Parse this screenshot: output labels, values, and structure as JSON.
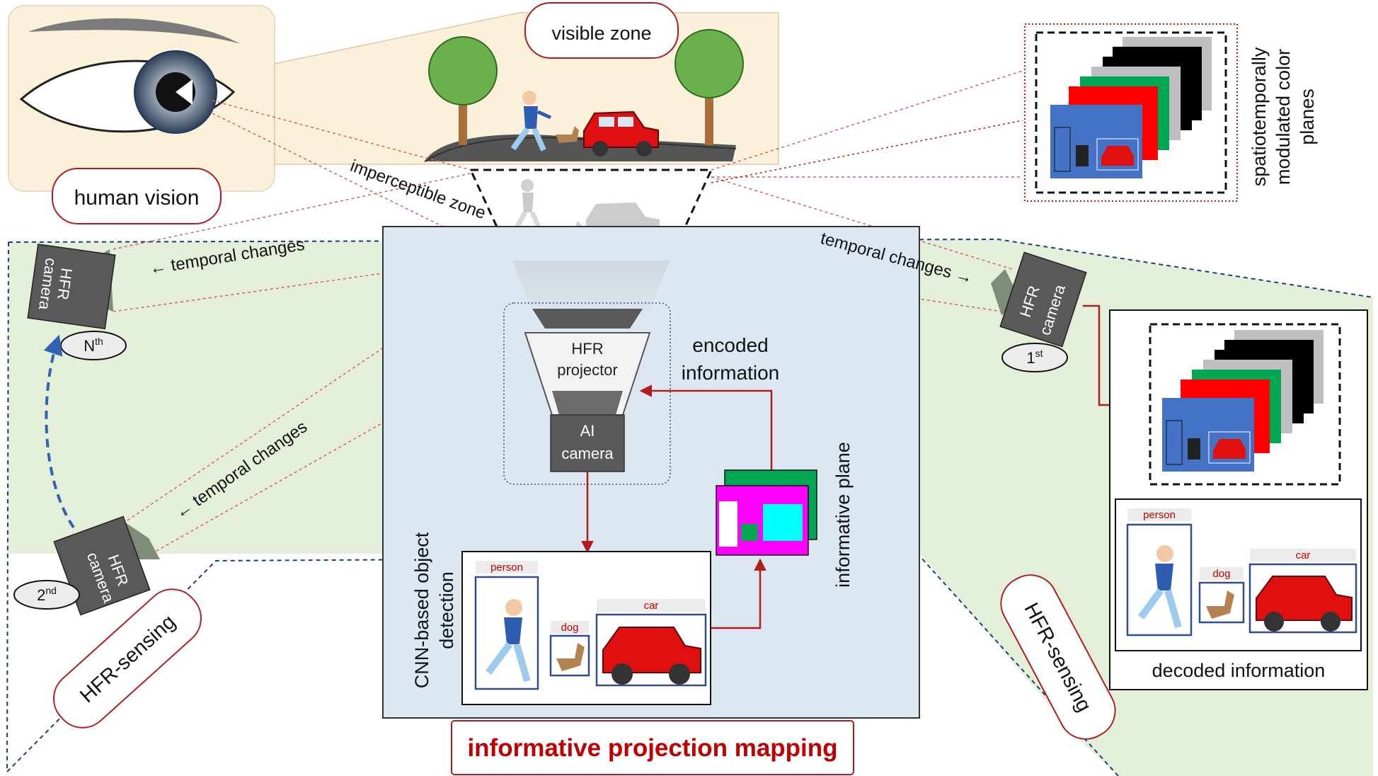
{
  "labels": {
    "visible_zone": "visible zone",
    "human_vision": "human vision",
    "imperceptible_zone": "imperceptible zone",
    "spatio_line1": "spatiotemporally",
    "spatio_line2": "modulated color",
    "spatio_line3": "planes",
    "temporal_changes_left": "← temporal changes",
    "temporal_changes_right": "temporal changes →",
    "temporal_changes_lower": "← temporal changes",
    "hfr": "HFR",
    "camera": "camera",
    "nth_base": "N",
    "nth_sup": "th",
    "first_base": "1",
    "first_sup": "st",
    "second_base": "2",
    "second_sup": "nd",
    "hfr_projector_line1": "HFR",
    "hfr_projector_line2": "projector",
    "ai": "AI",
    "ai_camera": "camera",
    "encoded_line1": "encoded",
    "encoded_line2": "information",
    "informative_plane": "informative plane",
    "cnn_line1": "CNN-based object",
    "cnn_line2": "detection",
    "person": "person",
    "dog": "dog",
    "car": "car",
    "hfr_sensing_left": "HFR-sensing",
    "hfr_sensing_right": "HFR-sensing",
    "decoded_information": "decoded information",
    "informative_projection_mapping": "informative  projection mapping"
  },
  "colors": {
    "green_region": "#e3efd9",
    "blue_box": "#dde7f2",
    "accent_red": "#b11d1d",
    "dark_red_text": "#c00000",
    "plane_blue": "#4472c4",
    "plane_red": "#ff0000",
    "plane_green": "#00a651",
    "plane_gray": "#bfbfbf",
    "plane_black": "#000000",
    "info_magenta": "#ff00ff",
    "info_cyan": "#00ffff",
    "info_green": "#00a651",
    "camera_gray": "#595959",
    "dashed_blue": "#2f64b5"
  }
}
